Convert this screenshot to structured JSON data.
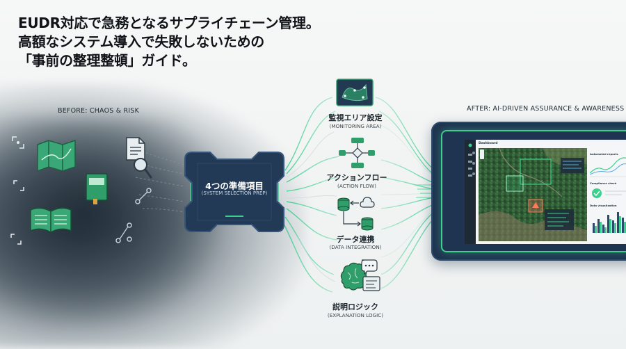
{
  "headline": {
    "line1": "EUDR対応で急務となるサプライチェーン管理。",
    "line2": "高額なシステム導入で失敗しないための",
    "line3": "「事前の整理整頓」ガイド。"
  },
  "before": {
    "label": "BEFORE: CHAOS & RISK"
  },
  "after": {
    "label": "AFTER: AI-DRIVEN ASSURANCE & AWARENESS"
  },
  "hub": {
    "title": "4つの準備項目",
    "subtitle": "(SYSTEM SELECTION PREP)"
  },
  "steps": [
    {
      "title": "監視エリア設定",
      "subtitle": "(MONITORING AREA)",
      "icon": "map-area-icon"
    },
    {
      "title": "アクションフロー",
      "subtitle": "(ACTION FLOW)",
      "icon": "flowchart-icon"
    },
    {
      "title": "データ連携",
      "subtitle": "(DATA INTEGRATION)",
      "icon": "database-sync-icon"
    },
    {
      "title": "説明ロジック",
      "subtitle": "(EXPLANATION LOGIC)",
      "icon": "brain-logic-icon"
    }
  ],
  "dashboard": {
    "title": "Dashboard",
    "panels": [
      "Automated reports",
      "Compliance check",
      "Data visualization"
    ]
  },
  "colors": {
    "accent_green": "#3ccf8e",
    "hub_navy": "#233a57",
    "icon_green": "#2f9e6a",
    "text_dark": "#101418"
  }
}
